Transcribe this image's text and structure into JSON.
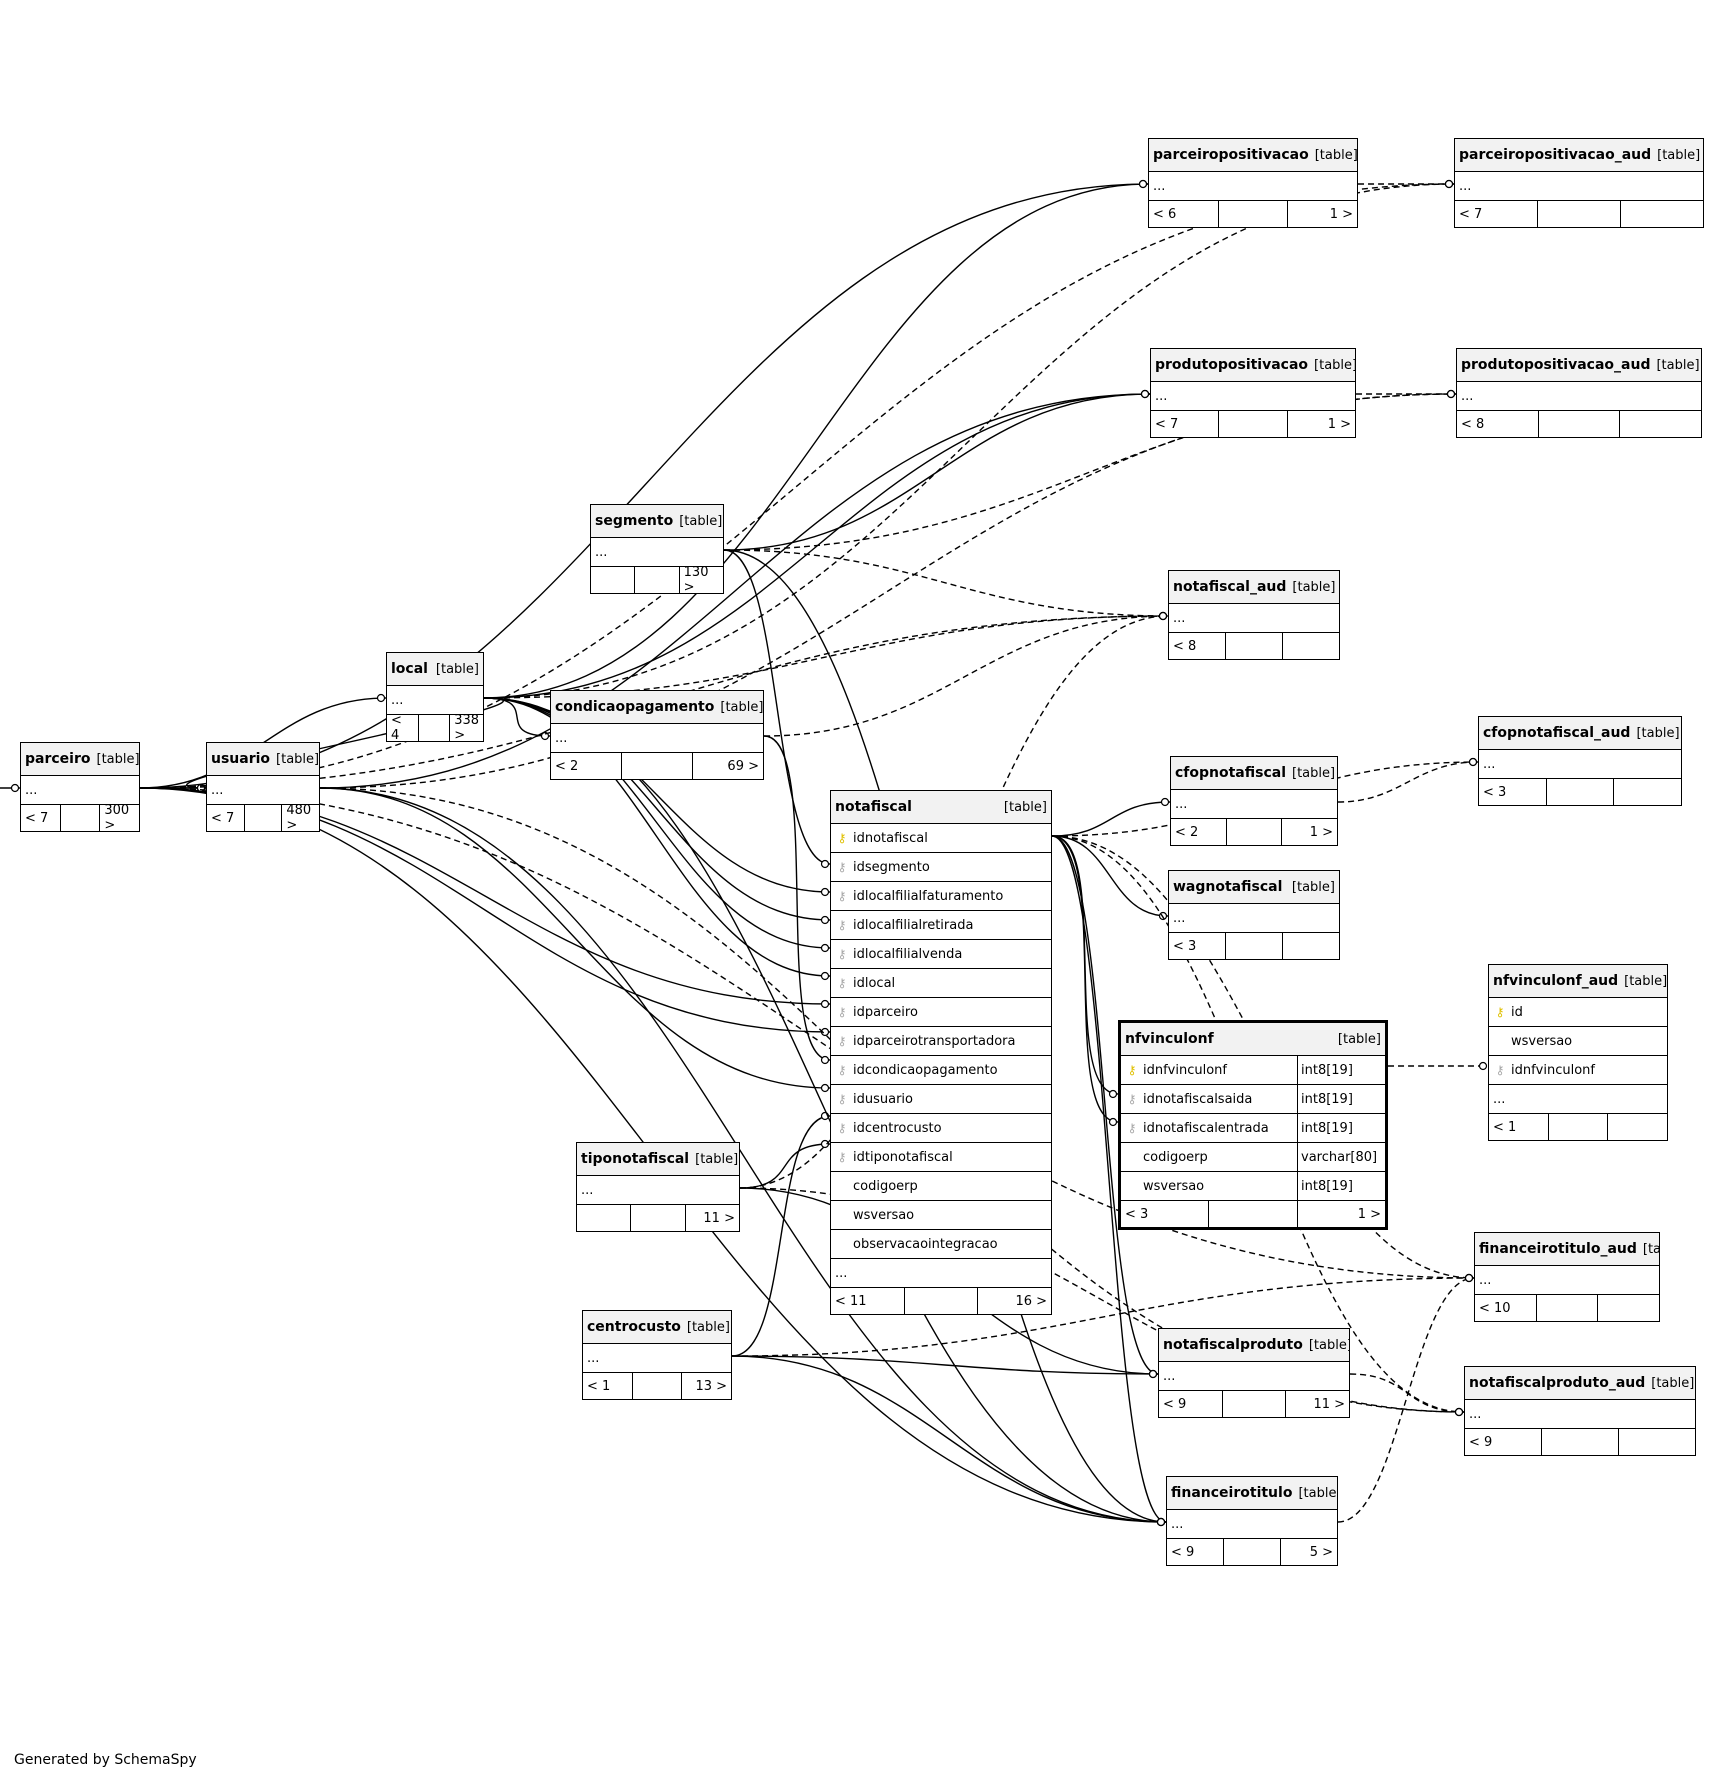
{
  "credit": "Generated by SchemaSpy",
  "tables": [
    {
      "name": "parceiro",
      "type": "[table]",
      "rows": [
        {
          "text": "..."
        }
      ],
      "footer": [
        "< 7",
        "",
        "300 >"
      ]
    },
    {
      "name": "usuario",
      "type": "[table]",
      "rows": [
        {
          "text": "..."
        }
      ],
      "footer": [
        "< 7",
        "",
        "480 >"
      ]
    },
    {
      "name": "local",
      "type": "[table]",
      "rows": [
        {
          "text": "..."
        }
      ],
      "footer": [
        "< 4",
        "",
        "338 >"
      ]
    },
    {
      "name": "segmento",
      "type": "[table]",
      "rows": [
        {
          "text": "..."
        }
      ],
      "footer": [
        "",
        "",
        "130 >"
      ]
    },
    {
      "name": "condicaopagamento",
      "type": "[table]",
      "rows": [
        {
          "text": "..."
        }
      ],
      "footer": [
        "< 2",
        "",
        "69 >"
      ]
    },
    {
      "name": "tiponotafiscal",
      "type": "[table]",
      "rows": [
        {
          "text": "..."
        }
      ],
      "footer": [
        "",
        "",
        "11 >"
      ]
    },
    {
      "name": "centrocusto",
      "type": "[table]",
      "rows": [
        {
          "text": "..."
        }
      ],
      "footer": [
        "< 1",
        "",
        "13 >"
      ]
    },
    {
      "name": "notafiscal",
      "type": "[table]",
      "rows": [
        {
          "text": "idnotafiscal",
          "key": "pk"
        },
        {
          "text": "idsegmento",
          "key": "fk"
        },
        {
          "text": "idlocalfilialfaturamento",
          "key": "fk"
        },
        {
          "text": "idlocalfilialretirada",
          "key": "fk"
        },
        {
          "text": "idlocalfilialvenda",
          "key": "fk"
        },
        {
          "text": "idlocal",
          "key": "fk"
        },
        {
          "text": "idparceiro",
          "key": "fk"
        },
        {
          "text": "idparceirotransportadora",
          "key": "fk"
        },
        {
          "text": "idcondicaopagamento",
          "key": "fk"
        },
        {
          "text": "idusuario",
          "key": "fk"
        },
        {
          "text": "idcentrocusto",
          "key": "fk"
        },
        {
          "text": "idtiponotafiscal",
          "key": "fk"
        },
        {
          "text": "codigoerp",
          "key": "none"
        },
        {
          "text": "wsversao",
          "key": "none"
        },
        {
          "text": "observacaointegracao",
          "key": "none"
        },
        {
          "text": "..."
        }
      ],
      "footer": [
        "< 11",
        "",
        "16 >"
      ]
    },
    {
      "name": "parceiropositivacao",
      "type": "[table]",
      "rows": [
        {
          "text": "..."
        }
      ],
      "footer": [
        "< 6",
        "",
        "1 >"
      ]
    },
    {
      "name": "produtopositivacao",
      "type": "[table]",
      "rows": [
        {
          "text": "..."
        }
      ],
      "footer": [
        "< 7",
        "",
        "1 >"
      ]
    },
    {
      "name": "notafiscal_aud",
      "type": "[table]",
      "rows": [
        {
          "text": "..."
        }
      ],
      "footer": [
        "< 8",
        "",
        ""
      ]
    },
    {
      "name": "cfopnotafiscal",
      "type": "[table]",
      "rows": [
        {
          "text": "..."
        }
      ],
      "footer": [
        "< 2",
        "",
        "1 >"
      ]
    },
    {
      "name": "wagnotafiscal",
      "type": "[table]",
      "rows": [
        {
          "text": "..."
        }
      ],
      "footer": [
        "< 3",
        "",
        ""
      ]
    },
    {
      "name": "nfvinculonf",
      "type": "[table]",
      "focus": true,
      "rows": [
        {
          "text": "idnfvinculonf",
          "key": "pk",
          "dtype": "int8[19]"
        },
        {
          "text": "idnotafiscalsaida",
          "key": "fk",
          "dtype": "int8[19]"
        },
        {
          "text": "idnotafiscalentrada",
          "key": "fk",
          "dtype": "int8[19]"
        },
        {
          "text": "codigoerp",
          "key": "none",
          "dtype": "varchar[80]"
        },
        {
          "text": "wsversao",
          "key": "none",
          "dtype": "int8[19]"
        }
      ],
      "footer": [
        "< 3",
        "",
        "1 >"
      ]
    },
    {
      "name": "notafiscalproduto",
      "type": "[table]",
      "rows": [
        {
          "text": "..."
        }
      ],
      "footer": [
        "< 9",
        "",
        "11 >"
      ]
    },
    {
      "name": "financeirotitulo",
      "type": "[table]",
      "rows": [
        {
          "text": "..."
        }
      ],
      "footer": [
        "< 9",
        "",
        "5 >"
      ]
    },
    {
      "name": "parceiropositivacao_aud",
      "type": "[table]",
      "rows": [
        {
          "text": "..."
        }
      ],
      "footer": [
        "< 7",
        "",
        ""
      ]
    },
    {
      "name": "produtopositivacao_aud",
      "type": "[table]",
      "rows": [
        {
          "text": "..."
        }
      ],
      "footer": [
        "< 8",
        "",
        ""
      ]
    },
    {
      "name": "cfopnotafiscal_aud",
      "type": "[table]",
      "rows": [
        {
          "text": "..."
        }
      ],
      "footer": [
        "< 3",
        "",
        ""
      ]
    },
    {
      "name": "nfvinculonf_aud",
      "type": "[table]",
      "rows": [
        {
          "text": "id",
          "key": "pk"
        },
        {
          "text": "wsversao",
          "key": "none"
        },
        {
          "text": "idnfvinculonf",
          "key": "fk"
        },
        {
          "text": "..."
        }
      ],
      "footer": [
        "< 1",
        "",
        ""
      ]
    },
    {
      "name": "financeirotitulo_aud",
      "type": "[table]",
      "rows": [
        {
          "text": "..."
        }
      ],
      "footer": [
        "< 10",
        "",
        ""
      ]
    },
    {
      "name": "notafiscalproduto_aud",
      "type": "[table]",
      "rows": [
        {
          "text": "..."
        }
      ],
      "footer": [
        "< 9",
        "",
        ""
      ]
    }
  ]
}
